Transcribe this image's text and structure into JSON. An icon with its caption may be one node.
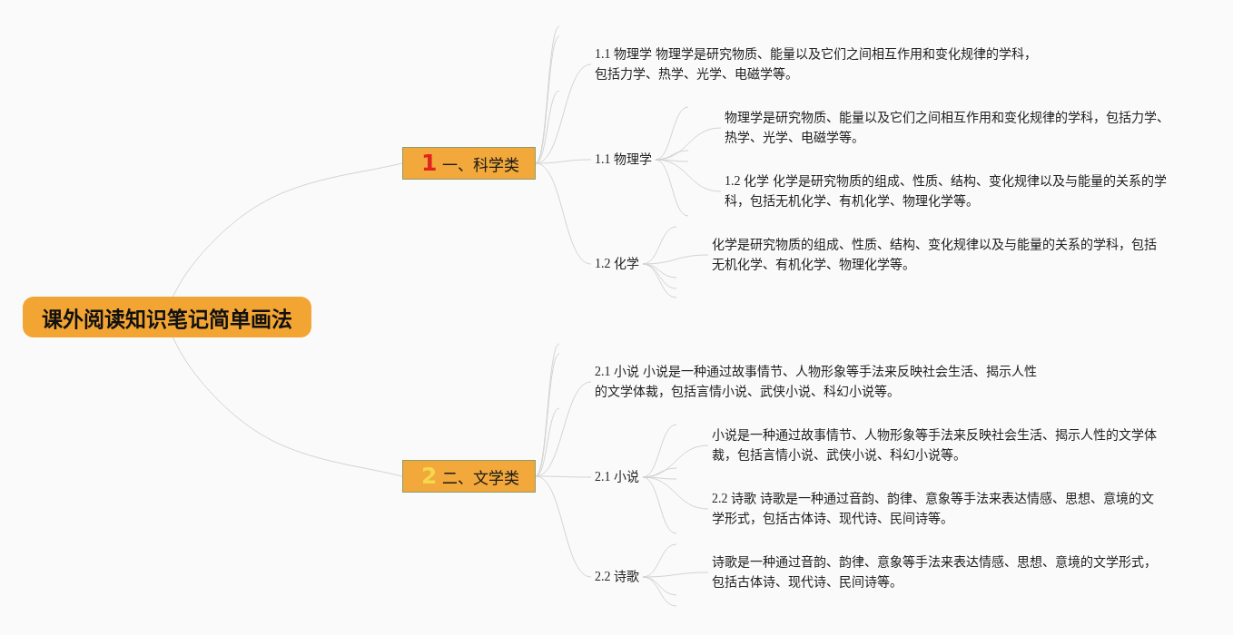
{
  "diagram": {
    "nodes": [
      {
        "text": [
          "课外阅读知识笔记简单画法"
        ]
      },
      {
        "text": [
          "1",
          "一、科学类"
        ]
      },
      {
        "text": [
          "1.1 物理学 物理学是研究物质、能量以及它们之间相互作用和变化规律的学科，包括力学、热学、光学、电磁学等。"
        ]
      },
      {
        "text": [
          "1.1 物理学"
        ]
      },
      {
        "text": [
          "物理学是研究物质、能量以及它们之间相互作用和变化规律的学科，包括力学、热学、光学、电磁学等。"
        ]
      },
      {
        "text": [
          "1.2 化学 化学是研究物质的组成、性质、结构、变化规律以及与能量的关系的学科，包括无机化学、有机化学、物理化学等。"
        ]
      },
      {
        "text": [
          "1.2 化学"
        ]
      },
      {
        "text": [
          "化学是研究物质的组成、性质、结构、变化规律以及与能量的关系的学科，包括无机化学、有机化学、物理化学等。"
        ]
      },
      {
        "text": [
          "2",
          "二、文学类"
        ]
      },
      {
        "text": [
          "2.1 小说 小说是一种通过故事情节、人物形象等手法来反映社会生活、揭示人性的文学体裁，包括言情小说、武侠小说、科幻小说等。"
        ]
      },
      {
        "text": [
          "2.1 小说"
        ]
      },
      {
        "text": [
          "小说是一种通过故事情节、人物形象等手法来反映社会生活、揭示人性的文学体裁，包括言情小说、武侠小说、科幻小说等。"
        ]
      },
      {
        "text": [
          "2.2 诗歌 诗歌是一种通过音韵、韵律、意象等手法来表达情感、思想、意境的文学形式，包括古体诗、现代诗、民间诗等。"
        ]
      },
      {
        "text": [
          "2.2 诗歌"
        ]
      },
      {
        "text": [
          "诗歌是一种通过音韵、韵律、意象等手法来表达情感、思想、意境的文学形式，包括古体诗、现代诗、民间诗等。"
        ]
      }
    ],
    "edges": [
      {
        "from": 0,
        "to": 1,
        "arrow": "none"
      },
      {
        "from": 0,
        "to": 8,
        "arrow": "none"
      },
      {
        "from": 1,
        "to": null,
        "arrow": "none"
      },
      {
        "from": 1,
        "to": null,
        "arrow": "none"
      },
      {
        "from": 1,
        "to": 2,
        "arrow": "none"
      },
      {
        "from": 1,
        "to": null,
        "arrow": "none"
      },
      {
        "from": 1,
        "to": 3,
        "arrow": "none"
      },
      {
        "from": 1,
        "to": 6,
        "arrow": "none"
      },
      {
        "from": 3,
        "to": null,
        "arrow": "none"
      },
      {
        "from": 3,
        "to": 4,
        "arrow": "none"
      },
      {
        "from": 3,
        "to": null,
        "arrow": "none"
      },
      {
        "from": 3,
        "to": null,
        "arrow": "none"
      },
      {
        "from": 3,
        "to": 5,
        "arrow": "none"
      },
      {
        "from": 3,
        "to": null,
        "arrow": "none"
      },
      {
        "from": 6,
        "to": null,
        "arrow": "none"
      },
      {
        "from": 6,
        "to": 7,
        "arrow": "none"
      },
      {
        "from": 6,
        "to": null,
        "arrow": "none"
      },
      {
        "from": 6,
        "to": null,
        "arrow": "none"
      },
      {
        "from": 6,
        "to": null,
        "arrow": "none"
      },
      {
        "from": 8,
        "to": null,
        "arrow": "none"
      },
      {
        "from": 8,
        "to": null,
        "arrow": "none"
      },
      {
        "from": 8,
        "to": 9,
        "arrow": "none"
      },
      {
        "from": 8,
        "to": null,
        "arrow": "none"
      },
      {
        "from": 8,
        "to": 10,
        "arrow": "none"
      },
      {
        "from": 8,
        "to": 13,
        "arrow": "none"
      },
      {
        "from": 10,
        "to": null,
        "arrow": "none"
      },
      {
        "from": 10,
        "to": 11,
        "arrow": "none"
      },
      {
        "from": 10,
        "to": null,
        "arrow": "none"
      },
      {
        "from": 10,
        "to": null,
        "arrow": "none"
      },
      {
        "from": 10,
        "to": 12,
        "arrow": "none"
      },
      {
        "from": 10,
        "to": null,
        "arrow": "none"
      },
      {
        "from": 13,
        "to": null,
        "arrow": "none"
      },
      {
        "from": 13,
        "to": 14,
        "arrow": "none"
      },
      {
        "from": 13,
        "to": null,
        "arrow": "none"
      },
      {
        "from": 13,
        "to": null,
        "arrow": "none"
      }
    ]
  }
}
